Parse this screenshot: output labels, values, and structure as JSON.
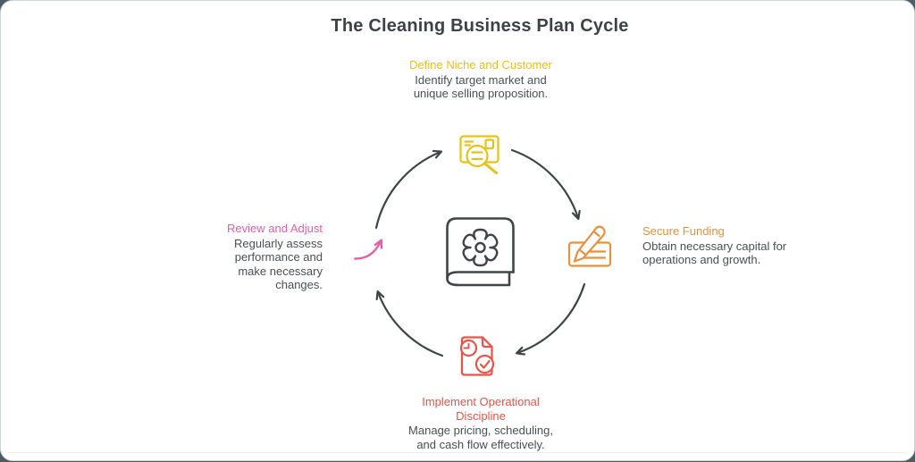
{
  "title": "The Cleaning Business Plan Cycle",
  "steps": [
    {
      "label": "Define Niche and Customer",
      "description": "Identify target market and unique selling proposition.",
      "color": "#e7c117",
      "icon": "market-research-icon",
      "position": "top"
    },
    {
      "label": "Secure Funding",
      "description": "Obtain necessary capital for operations and growth.",
      "color": "#e8913c",
      "icon": "funding-check-pen-icon",
      "position": "right"
    },
    {
      "label": "Implement Operational Discipline",
      "description": "Manage pricing, scheduling, and cash flow effectively.",
      "color": "#e8544a",
      "icon": "schedule-checklist-icon",
      "position": "bottom"
    },
    {
      "label": "Review and Adjust",
      "description": "Regularly assess performance and make necessary changes.",
      "color": "#e55fa9",
      "icon": "growth-arrow-icon",
      "position": "left"
    }
  ],
  "center": {
    "icon": "business-plan-book-icon"
  },
  "colors": {
    "background": "#4d5c64",
    "card": "#ffffff",
    "title_text": "#3f4245",
    "body_text": "#4b4f52",
    "arrow": "#3f4547",
    "divider": "#e9ecec"
  }
}
